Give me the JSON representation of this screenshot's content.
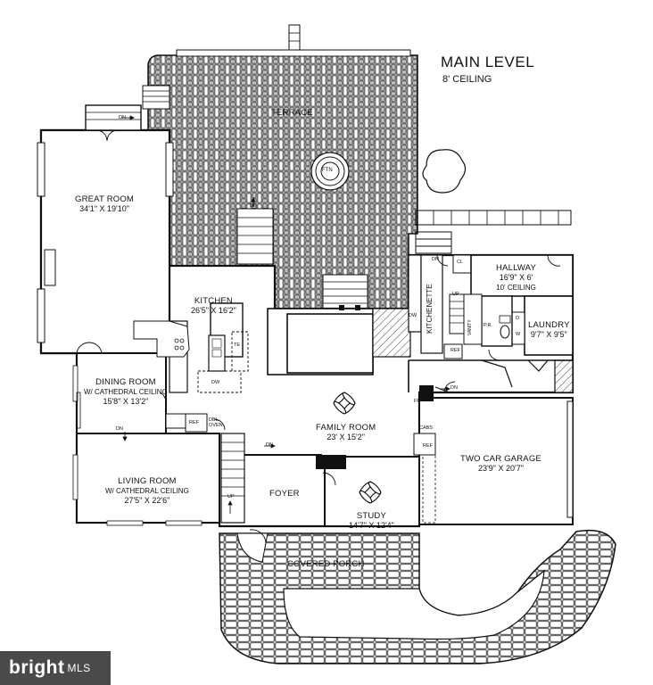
{
  "title": {
    "main": "MAIN LEVEL",
    "sub": "8' CEILING"
  },
  "rooms": {
    "terrace": {
      "name": "TERRACE"
    },
    "fountain": {
      "label": "FTN"
    },
    "great_room": {
      "name": "GREAT ROOM",
      "dims": "34'1\" X 19'10\""
    },
    "kitchen": {
      "name": "KITCHEN",
      "dims": "26'5\" X 16'2\""
    },
    "dining_room": {
      "name": "DINING ROOM",
      "sub": "W/ CATHEDRAL CEILING",
      "dims": "15'8\" X 13'2\""
    },
    "family_room": {
      "name": "FAMILY ROOM",
      "dims": "23' X 15'2\""
    },
    "living_room": {
      "name": "LIVING ROOM",
      "sub": "W/ CATHEDRAL CEILING",
      "dims": "27'5\" X 22'6\""
    },
    "foyer": {
      "name": "FOYER"
    },
    "study": {
      "name": "STUDY",
      "dims": "14'7\" X 12'4\""
    },
    "covered_porch": {
      "name": "COVERED PORCH"
    },
    "two_car_garage": {
      "name": "TWO CAR GARAGE",
      "dims": "23'9\" X 20'7\""
    },
    "hallway": {
      "name": "HALLWAY",
      "dims": "16'9\" X 6'",
      "sub": "10' CEILING"
    },
    "laundry": {
      "name": "LAUNDRY",
      "dims": "9'7\" X 9'5\""
    },
    "kitchenette": {
      "name": "KITCHENETTE"
    }
  },
  "fixtures": {
    "dn": "DN",
    "up": "UP",
    "cl": "CL",
    "ref": "REF",
    "dw": "DW",
    "te": "TE",
    "ff": "FF",
    "cabs": "CABS",
    "pr": "P.R.",
    "vanity": "VANITY",
    "d": "D",
    "w": "W",
    "dbl_oven": "DBL\nOVEN"
  },
  "watermark": {
    "brand": "bright",
    "suffix": "MLS"
  }
}
